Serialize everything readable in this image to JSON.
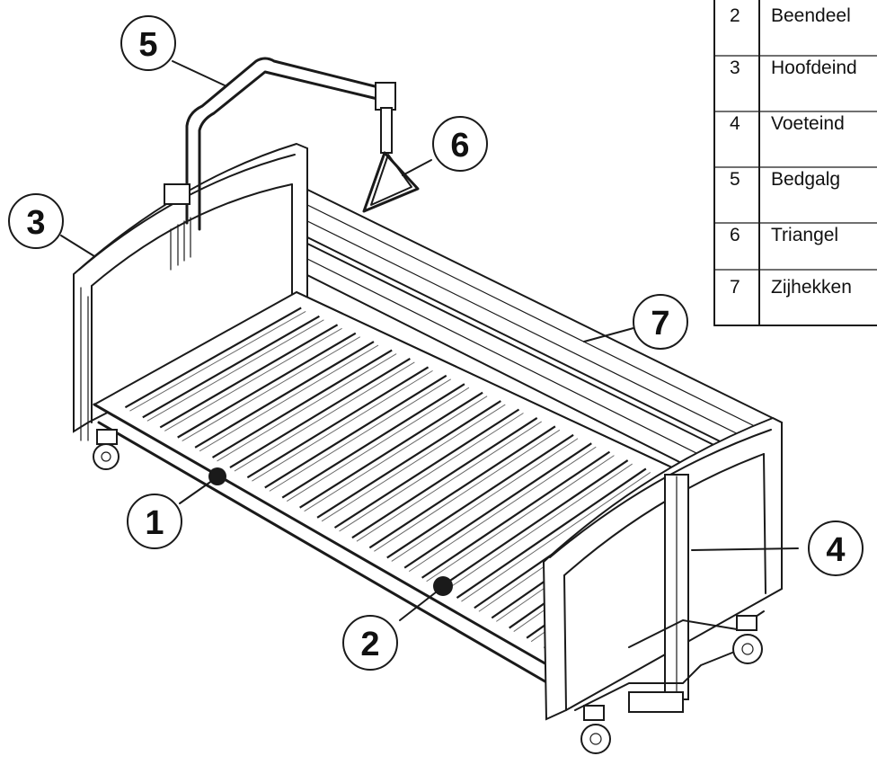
{
  "callouts": [
    {
      "num": "1",
      "label": "callout-1"
    },
    {
      "num": "2",
      "label": "callout-2"
    },
    {
      "num": "3",
      "label": "callout-3"
    },
    {
      "num": "4",
      "label": "callout-4"
    },
    {
      "num": "5",
      "label": "callout-5"
    },
    {
      "num": "6",
      "label": "callout-6"
    },
    {
      "num": "7",
      "label": "callout-7"
    }
  ],
  "legend": {
    "rows": [
      {
        "num": "2",
        "text": "Beendeel"
      },
      {
        "num": "3",
        "text": "Hoofdeind"
      },
      {
        "num": "4",
        "text": "Voeteind"
      },
      {
        "num": "5",
        "text": "Bedgalg"
      },
      {
        "num": "6",
        "text": "Triangel"
      },
      {
        "num": "7",
        "text": "Zijhekken"
      }
    ]
  },
  "colors": {
    "line": "#1a1a1a",
    "background": "#ffffff"
  },
  "icons": [
    "wheel-icon",
    "motor-icon"
  ]
}
